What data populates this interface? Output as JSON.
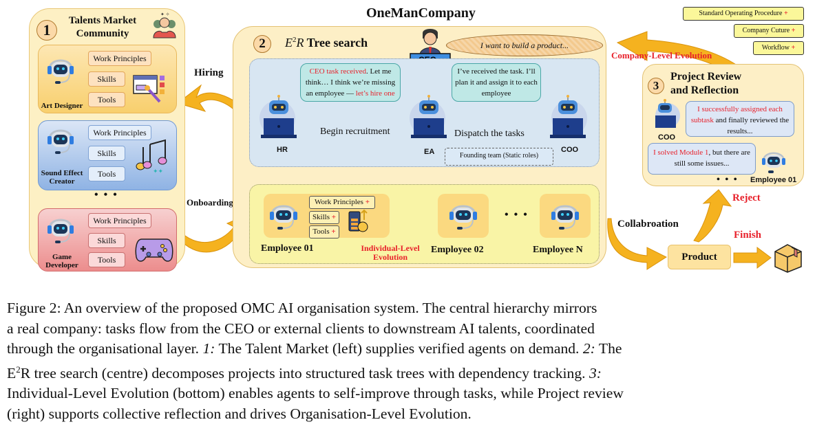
{
  "diagram": {
    "title": "OneManCompany",
    "panel1": {
      "number": "1",
      "title_line1": "Talents Market",
      "title_line2": "Community",
      "title_icon": "team-people-icon",
      "cards": [
        {
          "role": "Art Designer",
          "attributes": [
            "Work Principles",
            "Skills",
            "Tools"
          ],
          "icon": "design-palette-icon",
          "color": "#f8cf6d"
        },
        {
          "role_line1": "Sound Effect",
          "role_line2": "Creator",
          "attributes": [
            "Work Principles",
            "Skills",
            "Tools"
          ],
          "icon": "music-notes-icon",
          "color": "#8fb3e4"
        },
        {
          "role_line1": "Game",
          "role_line2": "Developer",
          "attributes": [
            "Work Principles",
            "Skills",
            "Tools"
          ],
          "icon": "gamepad-icon",
          "color": "#ec8d8d"
        }
      ],
      "ellipsis": "• • •"
    },
    "flows": {
      "hiring": "Hiring",
      "onboarding": "Onboarding",
      "collaboration": "Collabroation",
      "reject": "Reject",
      "finish": "Finish",
      "company_evolution": "Company-Level Evolution",
      "individual_evolution_line1": "Individual-Level",
      "individual_evolution_line2": "Evolution"
    },
    "panel2": {
      "number": "2",
      "title_prefix": "E",
      "title_sup": "2",
      "title_r": "R",
      "title_rest": " Tree search",
      "ceo_label": "CEO",
      "ceo_thought": "I want to build a product...",
      "ea_speech_red1": "CEO task received",
      "ea_speech_mid": ". Let me think… I think we’re missing an employee — ",
      "ea_speech_red2": "let’s hire one",
      "coo_speech": "I’ve received the task. I’ll plan it and assign it to each employee",
      "begin_recruitment": "Begin recruitment",
      "dispatch_tasks": "Dispatch the tasks",
      "roles": {
        "hr": "HR",
        "ea": "EA",
        "coo": "COO"
      },
      "founding_team": "Founding team (Static roles)",
      "employees": [
        "Employee 01",
        "Employee 02",
        "Employee N"
      ],
      "employee_attributes": [
        "Work Principles",
        "Skills",
        "Tools"
      ],
      "plus": "+",
      "ellipsis": "• • •"
    },
    "panel3": {
      "number": "3",
      "title_line1": "Project Review",
      "title_line2": "and Reflection",
      "coo_label": "COO",
      "coo_msg_red": "I successfully assigned each subtask",
      "coo_msg_rest": " and finally reviewed the results...",
      "emp_msg_red": "I solved Module 1",
      "emp_msg_rest": ", but there are still some issues...",
      "emp_label": "Employee 01",
      "ellipsis": "• • •"
    },
    "company_items": [
      "Standard Operating Procedure",
      "Company Cuture",
      "Workflow"
    ],
    "product_label": "Product",
    "colors": {
      "arrow_orange": "#f5b21f",
      "flow_blue": "#1f6fb0",
      "accent_red": "#e8212b"
    }
  },
  "caption": {
    "lines": [
      "Figure 2:  An overview of the proposed OMC AI organisation system.  The central hierarchy mirrors",
      "a real company:  tasks flow from the CEO or external clients to downstream AI talents, coordinated",
      "through the organisational layer.",
      "The Talent Market (left) supplies verified agents on demand.",
      "The",
      "R tree search (centre) decomposes projects into structured task trees with dependency tracking.",
      "Individual-Level Evolution (bottom) enables agents to self-improve through tasks, while Project review",
      "(right) supports collective reflection and drives Organisation-Level Evolution."
    ],
    "marker1": "1:",
    "marker2": "2:",
    "marker3": "3:",
    "e_letter": "E",
    "e_sup": "2"
  }
}
